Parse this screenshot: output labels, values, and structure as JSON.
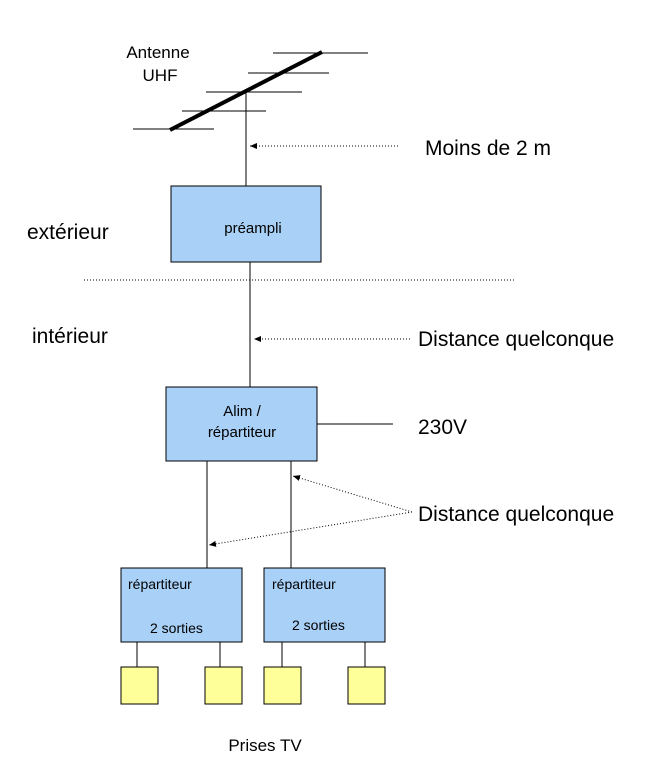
{
  "antenna": {
    "label_line1": "Antenne",
    "label_line2": "UHF"
  },
  "zones": {
    "outside": "extérieur",
    "inside": "intérieur"
  },
  "annotations": {
    "cable_short": "Moins de 2 m",
    "cable_any_1": "Distance quelconque",
    "power": "230V",
    "cable_any_2": "Distance quelconque"
  },
  "boxes": {
    "preamp": "préampli",
    "power_splitter_line1": "Alim /",
    "power_splitter_line2": "répartiteur",
    "splitter_left_title": "répartiteur",
    "splitter_left_outputs": "2 sorties",
    "splitter_right_title": "répartiteur",
    "splitter_right_outputs": "2 sorties"
  },
  "outlets_label": "Prises TV",
  "colors": {
    "box_fill": "#a9d1f7",
    "outlet_fill": "#ffff99",
    "line": "#000000"
  }
}
